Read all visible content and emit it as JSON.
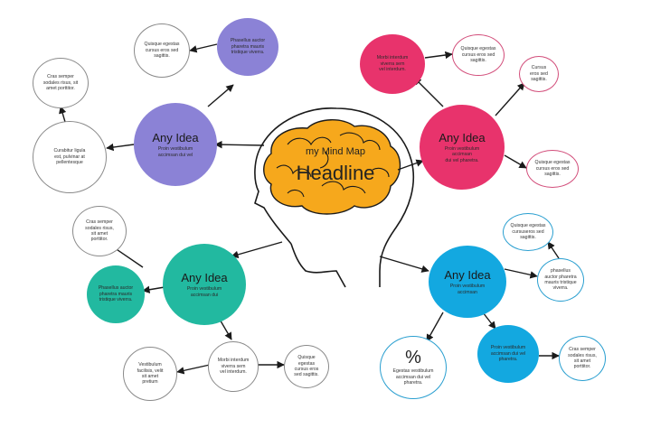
{
  "colors": {
    "purple": "#8b82d6",
    "pink": "#e8336c",
    "teal": "#22b9a0",
    "blue": "#13a8e0",
    "brain": "#f6a81c",
    "ink": "#1a1a1a"
  },
  "center": {
    "line1": "my Mind Map",
    "line2": "Headline"
  },
  "nodes": {
    "idea_purple": {
      "title": "Any Idea",
      "body": "Proin vestibulum\naccimsan dui vel"
    },
    "purple_top": {
      "body": "Phasellus auctor\npharetra mauris\ntristique viverra."
    },
    "purple_top_left": {
      "body": "Quisque egestas\ncursus eros sed\nsagittis."
    },
    "purple_left_top": {
      "body": "Cras semper\nsodales risus, sit\namet porttitor."
    },
    "purple_left": {
      "body": "Curabitur ligula\nest, pulvinar at\npellentesque"
    },
    "idea_pink": {
      "title": "Any Idea",
      "body": "Proin vestibulum\naccimsan\ndui vel pharetra."
    },
    "pink_top": {
      "body": "Morbi interdum\nviverra sem\nvel interdum."
    },
    "pink_top_right": {
      "body": "Quisque egestas\ncursus eros sed\nsagittis."
    },
    "pink_right_top": {
      "body": "Cursus\neros sed\nsagittis."
    },
    "pink_right_bottom": {
      "body": "Quisque egestas\ncursus eros sed\nsagittis."
    },
    "idea_teal": {
      "title": "Any Idea",
      "body": "Proin vestibulum\naccimsan dui"
    },
    "teal_top_left": {
      "body": "Cras semper\nsodales risus,\nsit amet\nporttitor."
    },
    "teal_left": {
      "body": "Phasellus auctor\npharetra mauris\ntristique viverra."
    },
    "teal_bottom": {
      "body": "Morbi interdum\nviverra sem\nvel interdum."
    },
    "teal_bottom_left": {
      "body": "Vestibulum\nfacilisis, velit\nsit amet\npretium"
    },
    "teal_bottom_right": {
      "body": "Quisque\negestas\ncursus eros\nsed sagittis."
    },
    "idea_blue": {
      "title": "Any Idea",
      "body": "Proin vestibulum\naccimsan"
    },
    "blue_top": {
      "body": "Quisque egestas\ncursuseros sed\nsagittis."
    },
    "blue_right": {
      "body": "phasellus\nauctor pharetra\nmauris tristique\nviverra."
    },
    "blue_bottom_left": {
      "pct": "%",
      "body": "Egestas vestibulum\naccimsan dui vel\npharetra."
    },
    "blue_bottom_right": {
      "body": "Proin vestibulum\naccimsan dui vel\npharetra."
    },
    "blue_far_right": {
      "body": "Cras semper\nsodales risus,\nsit amet\nporttitor."
    }
  }
}
